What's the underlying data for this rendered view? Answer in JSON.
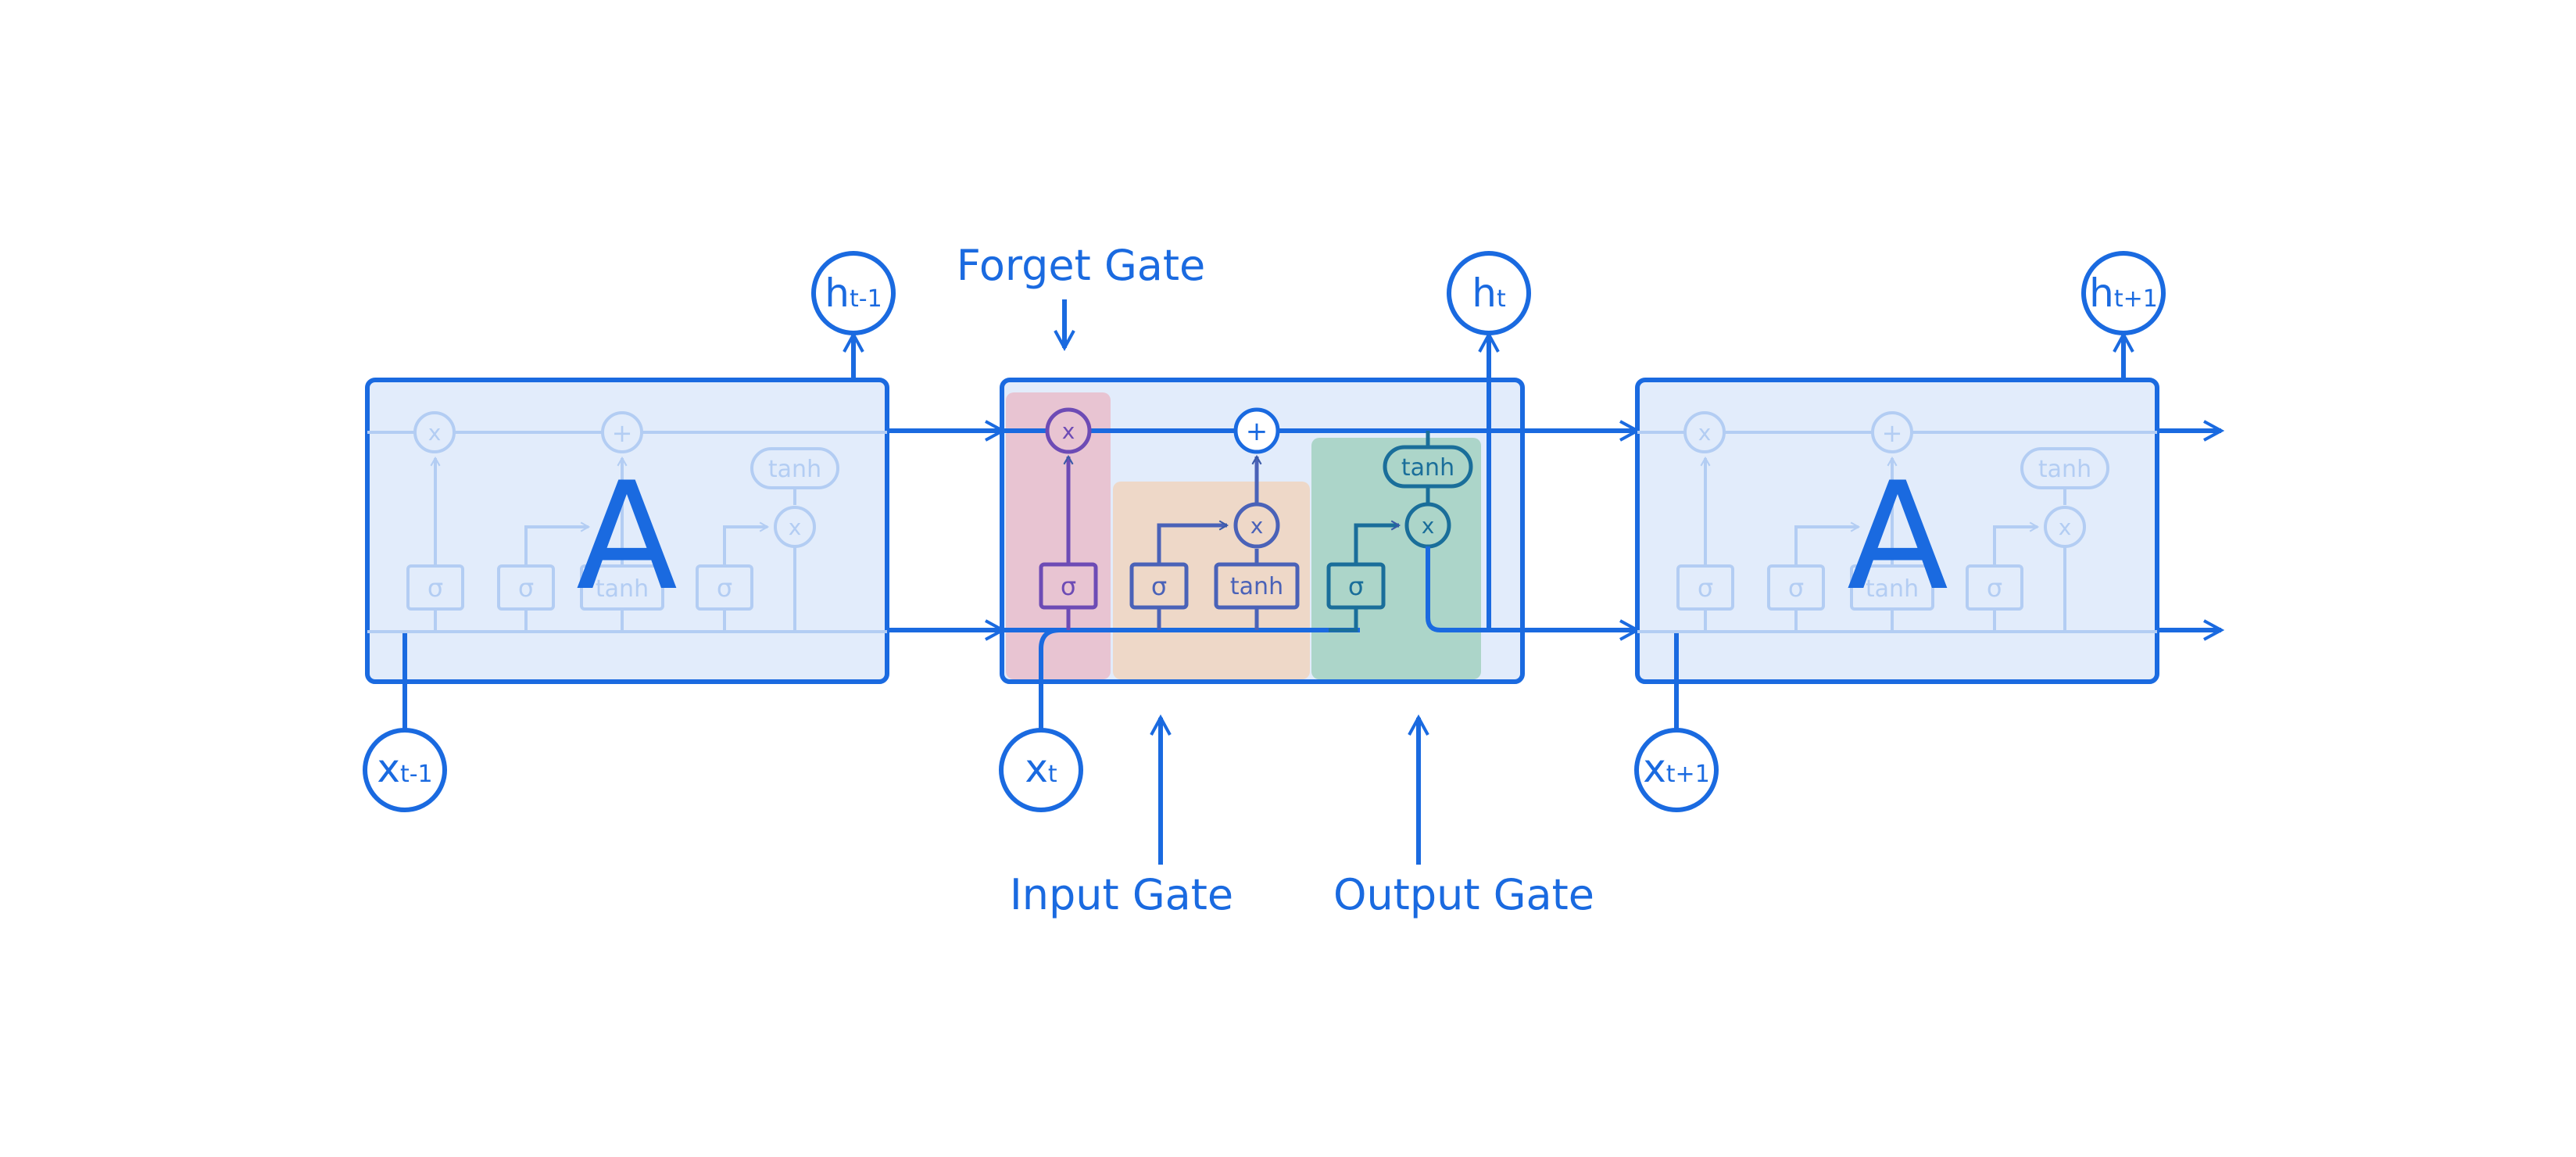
{
  "labels": {
    "forget_gate": "Forget Gate",
    "input_gate": "Input Gate",
    "output_gate": "Output Gate",
    "cell_letter": "A"
  },
  "ops": {
    "multiply": "x",
    "add": "+",
    "sigma": "σ",
    "tanh": "tanh"
  },
  "states": {
    "h_prev": {
      "base": "h",
      "sub": "t-1"
    },
    "h_cur": {
      "base": "h",
      "sub": "t"
    },
    "h_next": {
      "base": "h",
      "sub": "t+1"
    },
    "x_prev": {
      "base": "x",
      "sub": "t-1"
    },
    "x_cur": {
      "base": "x",
      "sub": "t"
    },
    "x_next": {
      "base": "x",
      "sub": "t+1"
    }
  },
  "colors": {
    "primary": "#1a6ae0",
    "cell_fill": "#e2ecfb",
    "faint": "#b3cdf3",
    "forget_region": "#e8c4d2",
    "input_region": "#eed8c8",
    "output_region": "#acd5c9",
    "forget_stroke": "#6d4bb5",
    "input_stroke": "#4a62b8",
    "output_stroke": "#1a6e9a"
  }
}
